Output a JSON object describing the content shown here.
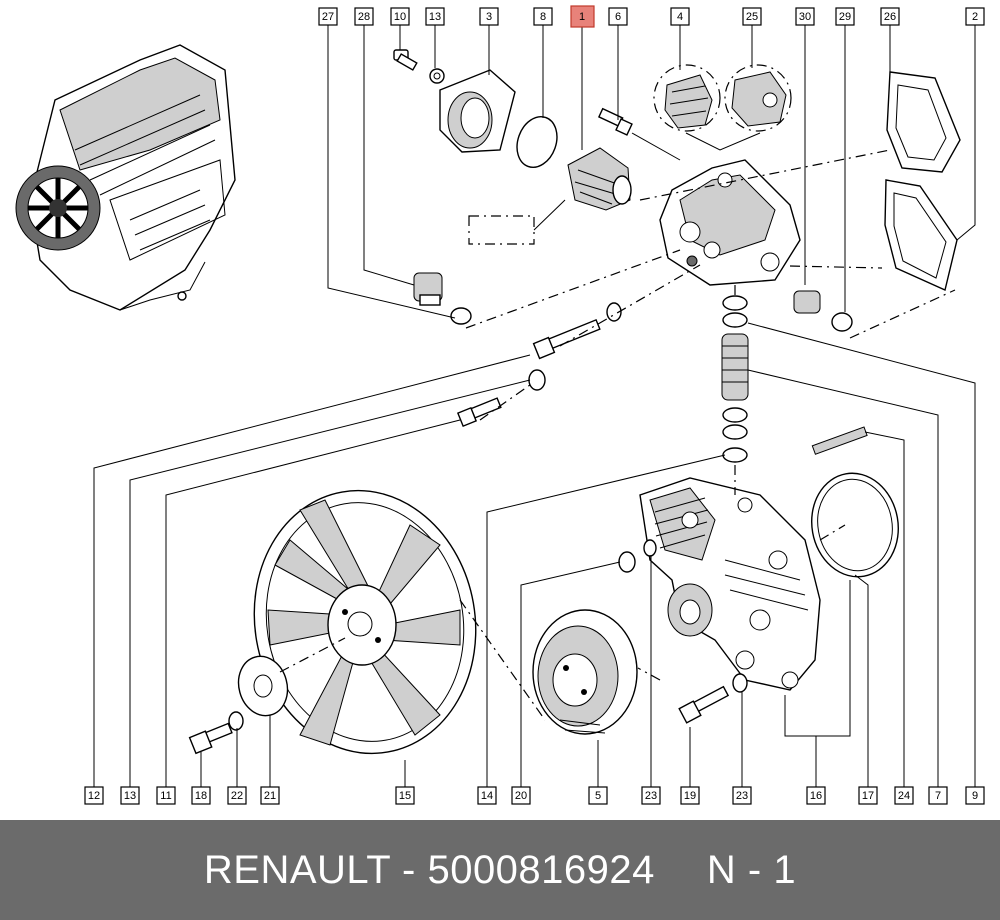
{
  "callouts": {
    "top": [
      "27",
      "28",
      "10",
      "13",
      "3",
      "8",
      "1",
      "6",
      "4",
      "25",
      "30",
      "29",
      "26",
      "2"
    ],
    "bottom": [
      "12",
      "13",
      "11",
      "18",
      "22",
      "21",
      "15",
      "14",
      "20",
      "5",
      "23",
      "19",
      "23",
      "16",
      "17",
      "24",
      "7",
      "9"
    ],
    "highlighted": "1"
  },
  "footer": {
    "brand_part": "RENAULT - 5000816924",
    "position": "N - 1"
  },
  "colors": {
    "highlight": "#e8827a",
    "footer_bg": "#6b6b6b",
    "footer_text": "#ffffff"
  }
}
